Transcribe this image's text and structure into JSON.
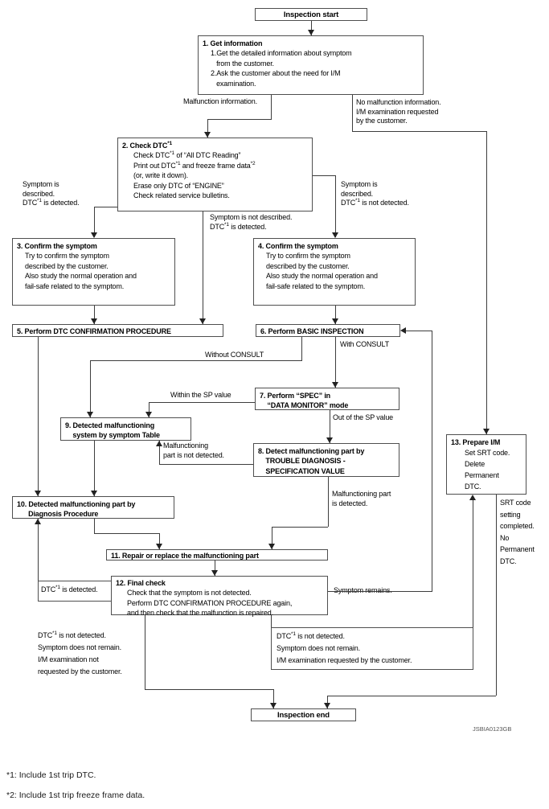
{
  "diagram": {
    "terminals": {
      "start": "Inspection start",
      "end": "Inspection end"
    },
    "boxes": {
      "b1": {
        "title": "1. Get information",
        "body": "1.Get the detailed information about symptom\n   from the customer.\n2.Ask the customer about the need for I/M\n   examination."
      },
      "b2": {
        "title": "2. Check DTC^{*1}",
        "body": "Check DTC^{*1} of “All DTC Reading”\nPrint out DTC^{*1} and freeze frame data^{*2}\n(or, write it down).\nErase only DTC of “ENGINE”\nCheck related service bulletins."
      },
      "b3": {
        "title": "3. Confirm the symptom",
        "body": "Try to confirm the symptom\ndescribed by the customer.\nAlso study the normal operation and\nfail-safe related to the symptom."
      },
      "b4": {
        "title": "4. Confirm the symptom",
        "body": "Try to confirm the symptom\ndescribed by the customer.\nAlso study the normal operation and\nfail-safe related to the symptom."
      },
      "b5": {
        "title": "5. Perform DTC CONFIRMATION PROCEDURE"
      },
      "b6": {
        "title": "6. Perform BASIC INSPECTION"
      },
      "b7": {
        "title": "7. Perform “SPEC” in\n    “DATA MONITOR” mode"
      },
      "b8": {
        "title": "8. Detect malfunctioning part by\n    TROUBLE DIAGNOSIS -\n    SPECIFICATION VALUE"
      },
      "b9": {
        "title": "9. Detected malfunctioning\n    system by symptom Table"
      },
      "b10": {
        "title": "10. Detected malfunctioning part by\n      Diagnosis Procedure"
      },
      "b11": {
        "title": "11. Repair or replace the malfunctioning part"
      },
      "b12": {
        "title": "12. Final check",
        "body": "Check that the symptom is not detected.\nPerform DTC CONFIRMATION PROCEDURE again,\nand then check that the malfunction is repaired."
      },
      "b13": {
        "title": "13. Prepare I/M",
        "body": "Set SRT code.\nDelete\nPermanent\nDTC."
      }
    },
    "labels": {
      "malfunction_info": "Malfunction information.",
      "no_malfunction_info": "No malfunction information.\nI/M examination requested\nby the customer.",
      "sym_desc_dtc_det": "Symptom is\ndescribed.\nDTC^{*1} is detected.",
      "sym_not_desc_dtc_det": "Symptom is not described.\nDTC^{*1} is detected.",
      "sym_desc_dtc_not_det": "Symptom is\ndescribed.\nDTC^{*1} is not detected.",
      "without_consult": "Without CONSULT",
      "with_consult": "With CONSULT",
      "within_sp": "Within the SP value",
      "out_sp": "Out of the SP value",
      "malf_part_not_detected": "Malfunctioning\npart is not detected.",
      "malf_part_detected": "Malfunctioning part\nis detected.",
      "dtc_detected": "DTC^{*1} is detected.",
      "symptom_remains": "Symptom remains.",
      "dtc_not_det_not_requested": "DTC^{*1} is not detected.\nSymptom does not remain.\nI/M examination not\nrequested by the customer.",
      "dtc_not_det_requested": "DTC^{*1} is not detected.\nSymptom does not remain.\nI/M examination requested by the customer.",
      "srt_code": "SRT code\nsetting\ncompleted.\nNo\nPermanent\nDTC."
    },
    "footnotes": {
      "f1": "*1: Include 1st trip DTC.",
      "f2": "*2: Include 1st trip freeze frame data."
    },
    "figure_code": "JSBIA0123GB"
  }
}
